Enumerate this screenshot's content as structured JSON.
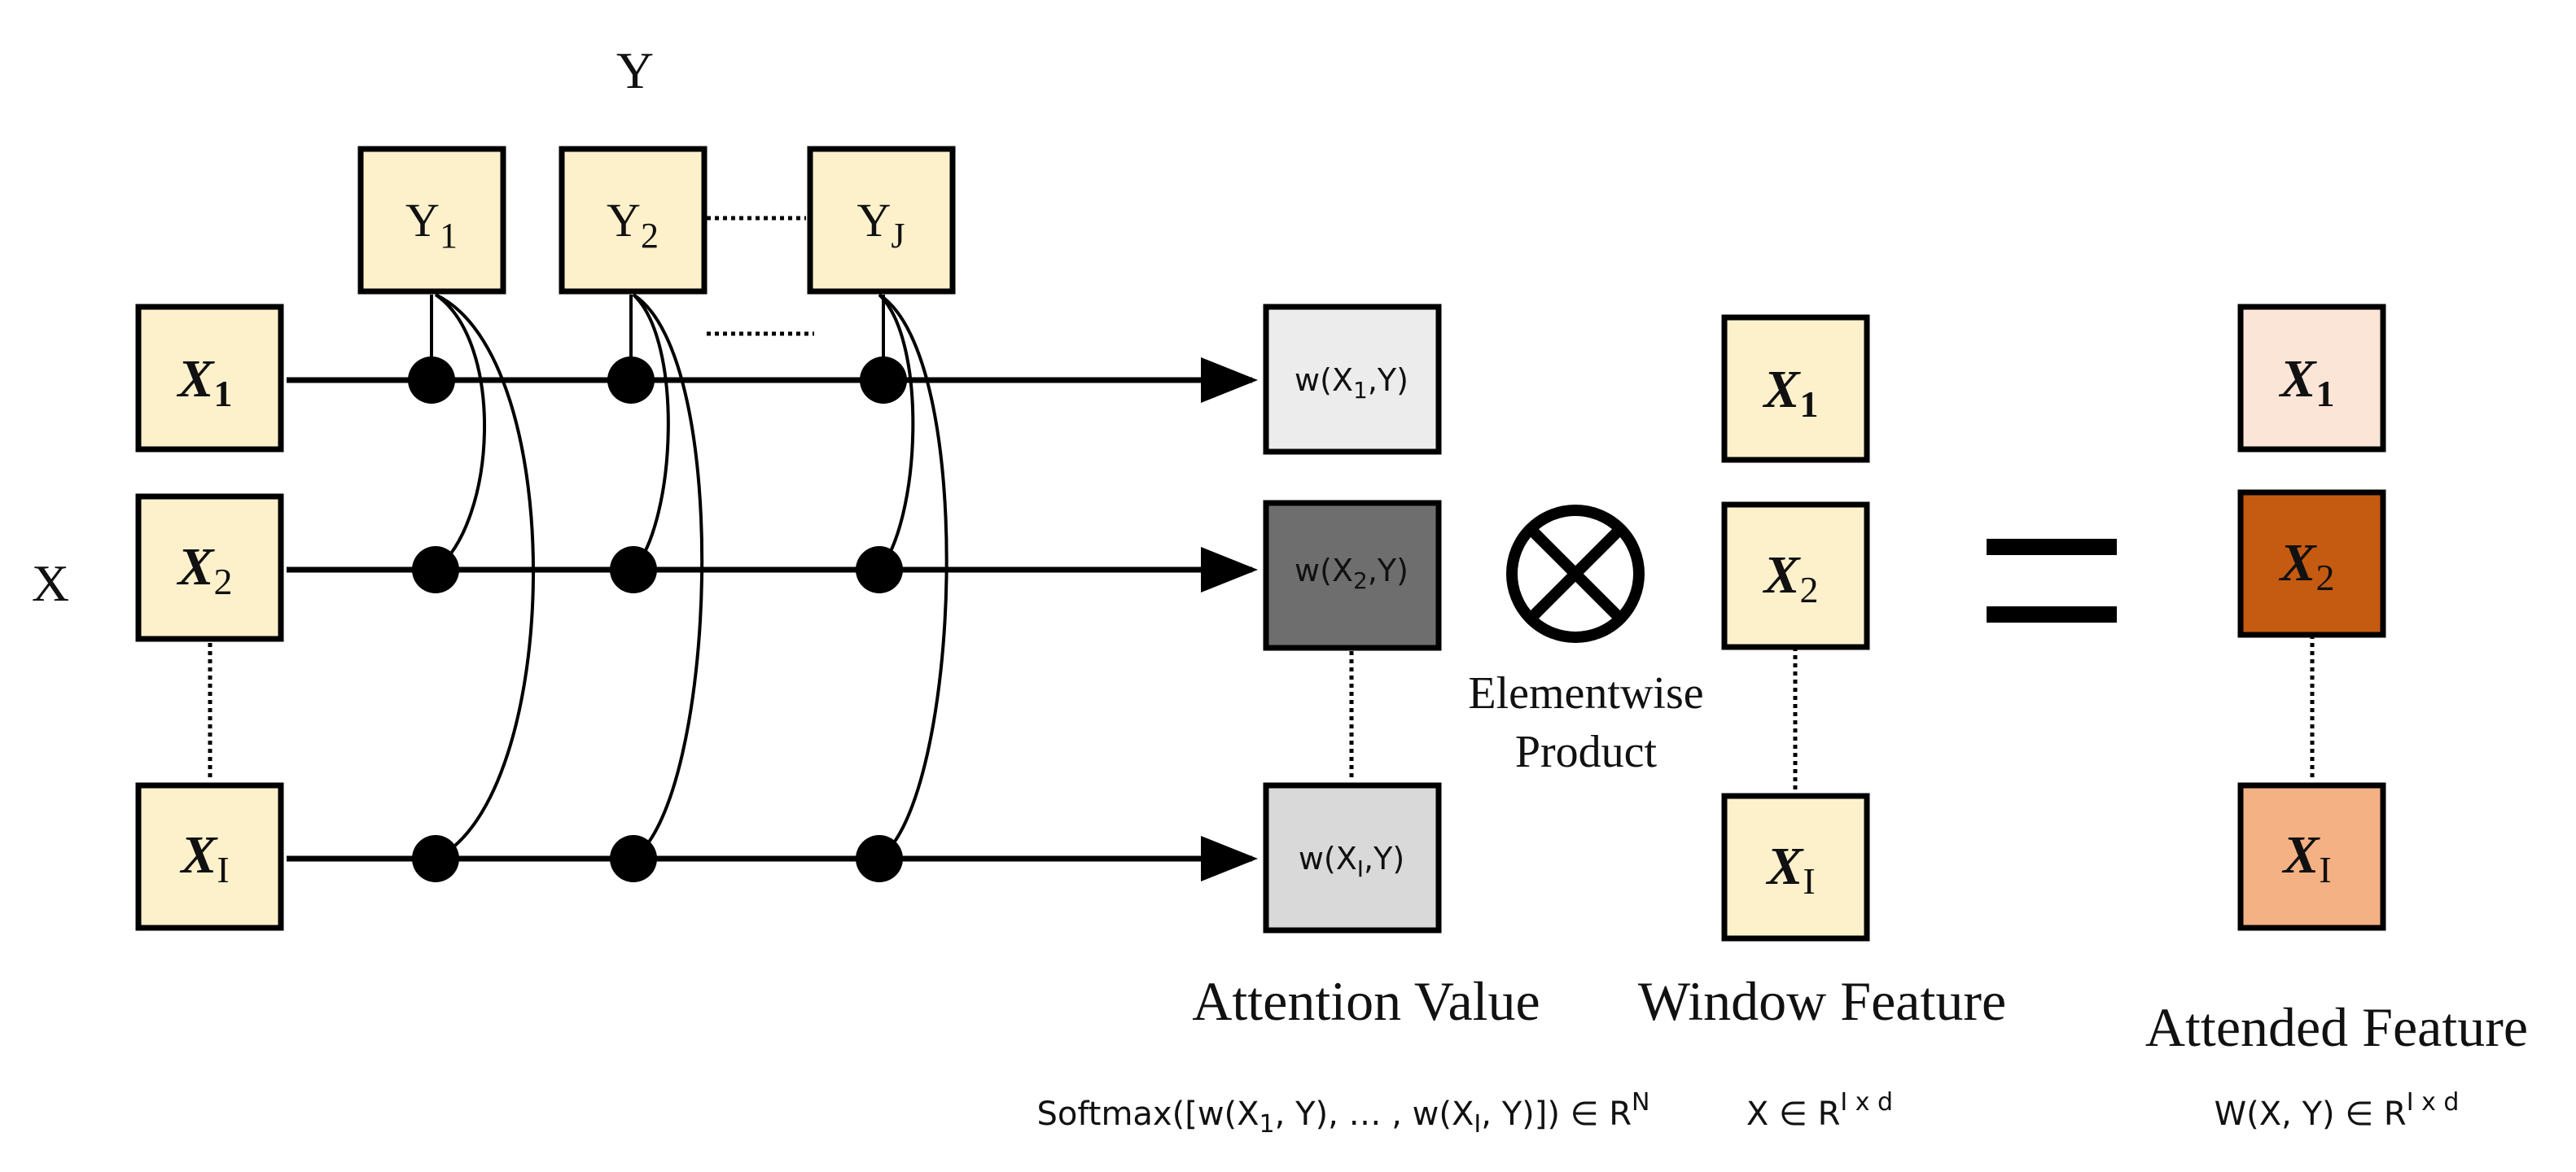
{
  "labels": {
    "y_group": "Y",
    "x_group": "X",
    "y_nodes": [
      {
        "base": "Y",
        "sub": "1"
      },
      {
        "base": "Y",
        "sub": "2"
      },
      {
        "base": "Y",
        "sub": "J"
      }
    ],
    "x_nodes": [
      {
        "base": "X",
        "sub": "1"
      },
      {
        "base": "X",
        "sub": "2"
      },
      {
        "base": "X",
        "sub": "I"
      }
    ],
    "attention_cells": [
      {
        "pre": "w(X",
        "sub": "1",
        "post": ",Y)"
      },
      {
        "pre": "w(X",
        "sub": "2",
        "post": ",Y)"
      },
      {
        "pre": "w(X",
        "sub": "I",
        "post": ",Y)"
      }
    ],
    "window_nodes": [
      {
        "base": "X",
        "sub": "1"
      },
      {
        "base": "X",
        "sub": "2"
      },
      {
        "base": "X",
        "sub": "I"
      }
    ],
    "attended_nodes": [
      {
        "base": "X",
        "sub": "1"
      },
      {
        "base": "X",
        "sub": "2"
      },
      {
        "base": "X",
        "sub": "I"
      }
    ],
    "operator_line1": "Elementwise",
    "operator_line2": "Product",
    "attention_title": "Attention Value",
    "window_title": "Window Feature",
    "attended_title": "Attended Feature",
    "attention_formula": {
      "p1": "Softmax([w(X",
      "s1": "1",
      "p2": ", Y), … , w(X",
      "s2": "I",
      "p3": ", Y)]) ∈  R",
      "sup": "N"
    },
    "window_formula": {
      "p1": "X  ∈  R",
      "sup": "I x d"
    },
    "attended_formula": {
      "p1": "W(X, Y) ∈  R",
      "sup": "I x d"
    }
  },
  "colors": {
    "node_fill": "#fdf1cc",
    "stroke": "#000000",
    "attention_fills": [
      "#ececec",
      "#6e6e6e",
      "#d9d9d9"
    ],
    "attended_fills": [
      "#fbe5d6",
      "#c55a11",
      "#f4b183"
    ]
  },
  "icons": {
    "operator": "otimes-icon"
  }
}
